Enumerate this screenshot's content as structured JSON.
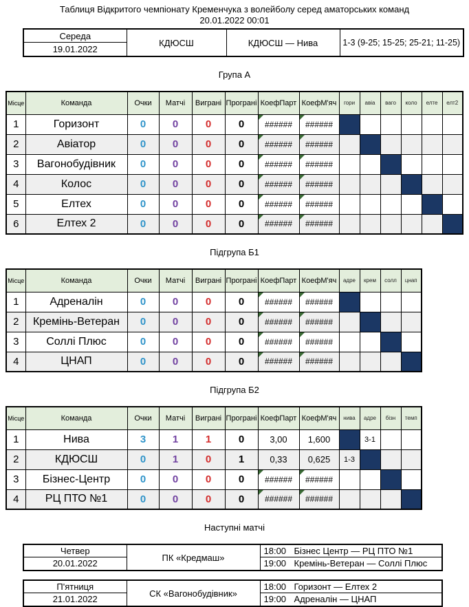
{
  "page": {
    "title_line1": "Таблиця Відкритого чемпіонату Кременчука з волейболу серед аматорських команд",
    "title_line2": "20.01.2022 00:01"
  },
  "last_match": {
    "day": "Середа",
    "date": "19.01.2022",
    "venue": "КДЮСШ",
    "match": "КДЮСШ — Нива",
    "score": "1-3 (9-25; 15-25; 25-21; 11-25)"
  },
  "columns": {
    "place": "Місце",
    "team": "Команда",
    "points": "Очки",
    "matches": "Матчі",
    "won": "Виграні",
    "lost": "Програні",
    "coef_part": "КоефПарт",
    "coef_ball": "КоефМ'яч"
  },
  "groups": [
    {
      "title": "Група А",
      "cross_cols": [
        "гори",
        "авіа",
        "ваго",
        "коло",
        "елте",
        "елт2"
      ],
      "rows": [
        {
          "place": "1",
          "team": "Горизонт",
          "points": "0",
          "matches": "0",
          "won": "0",
          "lost": "0",
          "coef_part": "######",
          "coef_ball": "######",
          "cross": [
            "D",
            "",
            "",
            "",
            "",
            ""
          ]
        },
        {
          "place": "2",
          "team": "Авіатор",
          "points": "0",
          "matches": "0",
          "won": "0",
          "lost": "0",
          "coef_part": "######",
          "coef_ball": "######",
          "cross": [
            "",
            "D",
            "",
            "",
            "",
            ""
          ]
        },
        {
          "place": "3",
          "team": "Вагонобудівник",
          "points": "0",
          "matches": "0",
          "won": "0",
          "lost": "0",
          "coef_part": "######",
          "coef_ball": "######",
          "cross": [
            "",
            "",
            "D",
            "",
            "",
            ""
          ]
        },
        {
          "place": "4",
          "team": "Колос",
          "points": "0",
          "matches": "0",
          "won": "0",
          "lost": "0",
          "coef_part": "######",
          "coef_ball": "######",
          "cross": [
            "",
            "",
            "",
            "D",
            "",
            ""
          ]
        },
        {
          "place": "5",
          "team": "Елтех",
          "points": "0",
          "matches": "0",
          "won": "0",
          "lost": "0",
          "coef_part": "######",
          "coef_ball": "######",
          "cross": [
            "",
            "",
            "",
            "",
            "D",
            ""
          ]
        },
        {
          "place": "6",
          "team": "Елтех 2",
          "points": "0",
          "matches": "0",
          "won": "0",
          "lost": "0",
          "coef_part": "######",
          "coef_ball": "######",
          "cross": [
            "",
            "",
            "",
            "",
            "",
            "D"
          ]
        }
      ]
    },
    {
      "title": "Підгрупа Б1",
      "cross_cols": [
        "адре",
        "крем",
        "солл",
        "цнап"
      ],
      "rows": [
        {
          "place": "1",
          "team": "Адреналін",
          "points": "0",
          "matches": "0",
          "won": "0",
          "lost": "0",
          "coef_part": "######",
          "coef_ball": "######",
          "cross": [
            "D",
            "",
            "",
            ""
          ]
        },
        {
          "place": "2",
          "team": "Кремінь-Ветеран",
          "points": "0",
          "matches": "0",
          "won": "0",
          "lost": "0",
          "coef_part": "######",
          "coef_ball": "######",
          "cross": [
            "",
            "D",
            "",
            ""
          ]
        },
        {
          "place": "3",
          "team": "Соллі Плюс",
          "points": "0",
          "matches": "0",
          "won": "0",
          "lost": "0",
          "coef_part": "######",
          "coef_ball": "######",
          "cross": [
            "",
            "",
            "D",
            ""
          ]
        },
        {
          "place": "4",
          "team": "ЦНАП",
          "points": "0",
          "matches": "0",
          "won": "0",
          "lost": "0",
          "coef_part": "######",
          "coef_ball": "######",
          "cross": [
            "",
            "",
            "",
            "D"
          ]
        }
      ]
    },
    {
      "title": "Підгрупа Б2",
      "cross_cols": [
        "нива",
        "адре",
        "бізн",
        "темп"
      ],
      "rows": [
        {
          "place": "1",
          "team": "Нива",
          "points": "3",
          "matches": "1",
          "won": "1",
          "lost": "0",
          "coef_part": "3,00",
          "coef_ball": "1,600",
          "cross": [
            "D",
            "3-1",
            "",
            ""
          ]
        },
        {
          "place": "2",
          "team": "КДЮСШ",
          "points": "0",
          "matches": "1",
          "won": "0",
          "lost": "1",
          "coef_part": "0,33",
          "coef_ball": "0,625",
          "cross": [
            "1-3",
            "D",
            "",
            ""
          ]
        },
        {
          "place": "3",
          "team": "Бізнес-Центр",
          "points": "0",
          "matches": "0",
          "won": "0",
          "lost": "0",
          "coef_part": "######",
          "coef_ball": "######",
          "cross": [
            "",
            "",
            "D",
            ""
          ]
        },
        {
          "place": "4",
          "team": "РЦ ПТО №1",
          "points": "0",
          "matches": "0",
          "won": "0",
          "lost": "0",
          "coef_part": "######",
          "coef_ball": "######",
          "cross": [
            "",
            "",
            "",
            "D"
          ]
        }
      ]
    }
  ],
  "upcoming": {
    "title": "Наступні матчі",
    "blocks": [
      {
        "day": "Четвер",
        "date": "20.01.2022",
        "venue": "ПК «Кредмаш»",
        "matches": [
          {
            "time": "18:00",
            "match": "Бізнес Центр — РЦ ПТО №1"
          },
          {
            "time": "19:00",
            "match": "Кремінь-Ветеран — Соллі Плюс"
          }
        ]
      },
      {
        "day": "П'ятниця",
        "date": "21.01.2022",
        "venue": "СК «Вагонобудівник»",
        "matches": [
          {
            "time": "18:00",
            "match": "Горизонт — Елтех 2"
          },
          {
            "time": "19:00",
            "match": "Адреналін — ЦНАП"
          }
        ]
      }
    ]
  },
  "colors": {
    "points": "#2e93c9",
    "matches": "#7040a0",
    "won": "#d32b2b",
    "lost": "#000000",
    "diagonal": "#1b3764",
    "header_bg": "#e3eedc",
    "stripe": "#efefef",
    "error_triangle": "#3a6b35"
  }
}
